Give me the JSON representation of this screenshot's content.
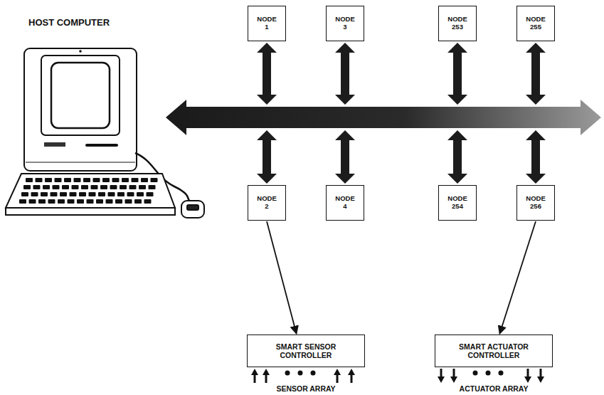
{
  "diagram": {
    "nodes": [
      {
        "text": [
          "NODE 1"
        ]
      },
      {
        "text": [
          "NODE 3"
        ]
      },
      {
        "text": [
          "NODE 253"
        ]
      },
      {
        "text": [
          "NODE 255"
        ]
      },
      {
        "text": [
          "NODE 2"
        ]
      },
      {
        "text": [
          "NODE 4"
        ]
      },
      {
        "text": [
          "NODE 254"
        ]
      },
      {
        "text": [
          "NODE 256"
        ]
      },
      {
        "text": [
          "SMART SENSOR CONTROLLER"
        ]
      },
      {
        "text": [
          "SMART ACTUATOR CONTROLLER"
        ]
      }
    ],
    "edges": [
      {
        "from": 4,
        "to": 8,
        "arrow": "to"
      },
      {
        "from": 7,
        "to": 9,
        "arrow": "to"
      }
    ],
    "labels": [
      "HOST COMPUTER",
      "SENSOR ARRAY",
      "ACTUATOR ARRAY"
    ]
  }
}
